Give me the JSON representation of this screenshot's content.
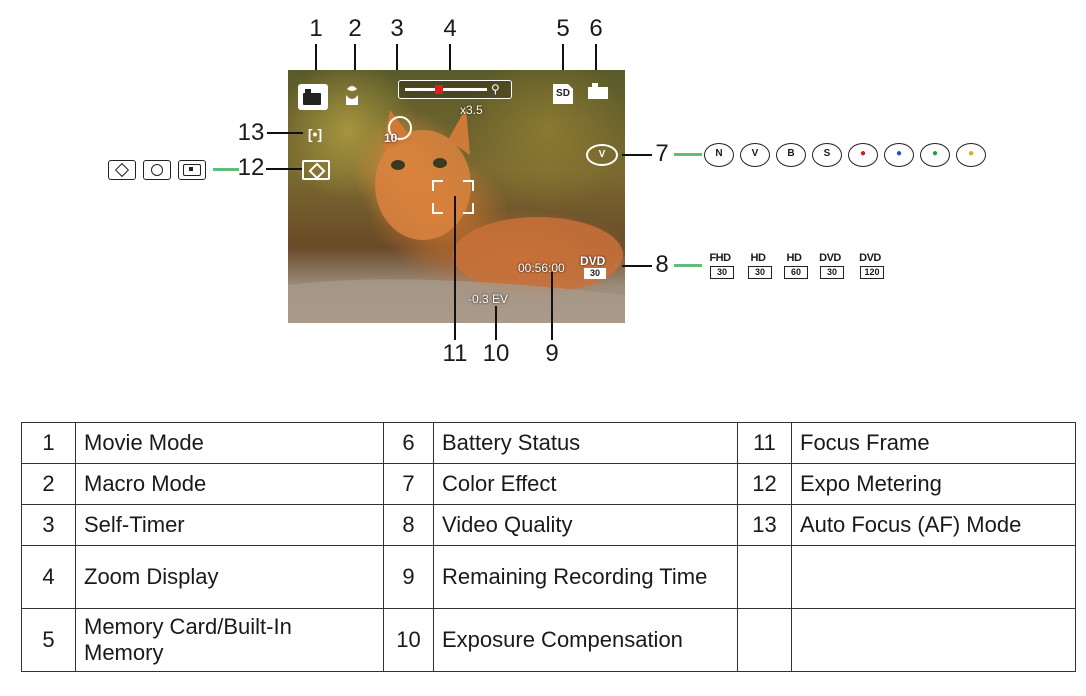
{
  "callouts": {
    "top": [
      "1",
      "2",
      "3",
      "4",
      "5",
      "6"
    ],
    "right": [
      "7",
      "8"
    ],
    "bottom": [
      "11",
      "10",
      "9"
    ],
    "left": [
      "13",
      "12"
    ]
  },
  "overlay": {
    "zoom_value": "x3.5",
    "self_timer_value": "10",
    "recording_time": "00:56:00",
    "exposure_value": "-0.3 EV",
    "video_quality_top": "DVD",
    "video_quality_bottom": "30",
    "color_effect_icon": "color-effect-v-icon"
  },
  "color_effects": [
    "N",
    "V",
    "B",
    "S",
    "",
    "",
    "",
    ""
  ],
  "video_qualities": [
    {
      "top": "FHD",
      "bottom": "30"
    },
    {
      "top": "HD",
      "bottom": "30"
    },
    {
      "top": "HD",
      "bottom": "60"
    },
    {
      "top": "DVD",
      "bottom": "30"
    },
    {
      "top": "DVD",
      "bottom": "120"
    }
  ],
  "metering_icons": [
    "multi-metering-icon",
    "center-metering-icon",
    "spot-metering-icon"
  ],
  "legend": {
    "rows": [
      [
        {
          "n": "1",
          "label": "Movie Mode"
        },
        {
          "n": "6",
          "label": "Battery Status"
        },
        {
          "n": "11",
          "label": "Focus Frame"
        }
      ],
      [
        {
          "n": "2",
          "label": "Macro Mode"
        },
        {
          "n": "7",
          "label": "Color Effect"
        },
        {
          "n": "12",
          "label": "Expo Metering"
        }
      ],
      [
        {
          "n": "3",
          "label": "Self-Timer"
        },
        {
          "n": "8",
          "label": "Video Quality"
        },
        {
          "n": "13",
          "label": "Auto Focus (AF) Mode"
        }
      ],
      [
        {
          "n": "4",
          "label": "Zoom Display"
        },
        {
          "n": "9",
          "label": "Remaining Recording Time"
        },
        {
          "n": "",
          "label": ""
        }
      ],
      [
        {
          "n": "5",
          "label": "Memory Card/Built-In Memory"
        },
        {
          "n": "10",
          "label": "Exposure Compensation"
        },
        {
          "n": "",
          "label": ""
        }
      ]
    ]
  },
  "colors": {
    "accent_line": "#5fbf7a",
    "zoom_marker": "#e02020"
  }
}
